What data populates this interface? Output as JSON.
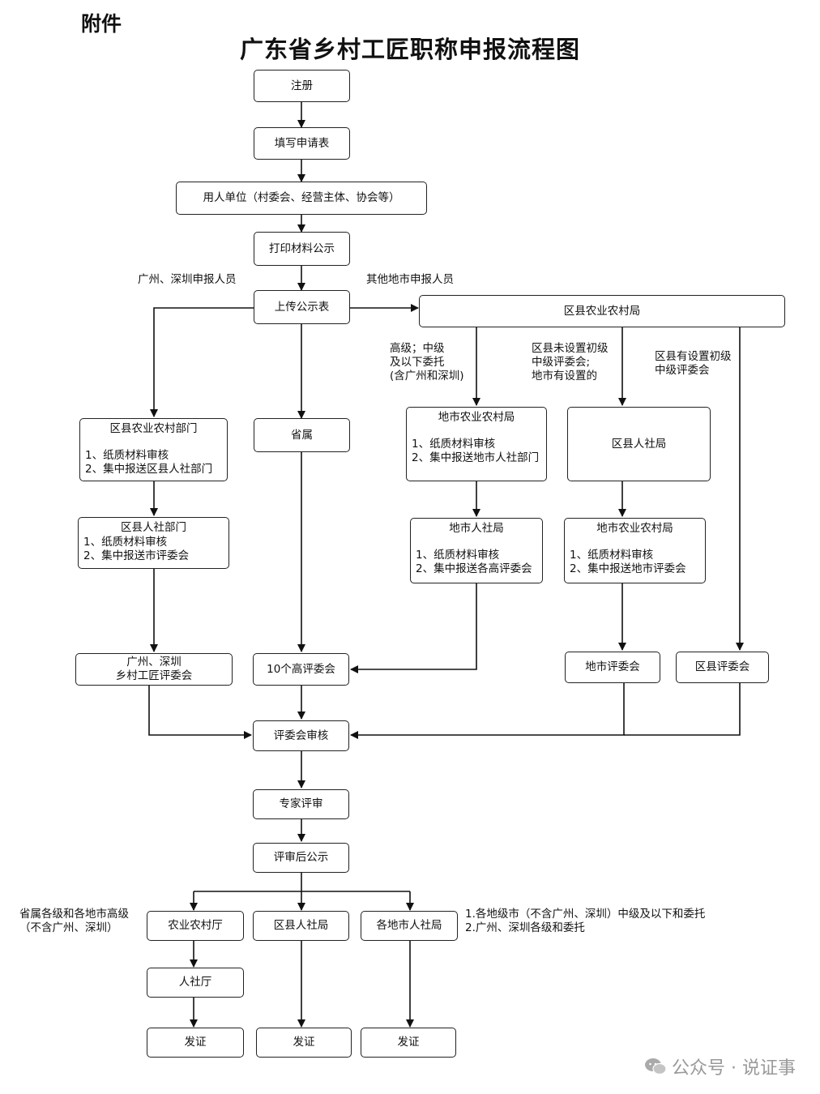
{
  "attachment_label": "附件",
  "title": "广东省乡村工匠职称申报流程图",
  "nodes": {
    "register": "注册",
    "fill_form": "填写申请表",
    "employer": "用人单位（村委会、经营主体、协会等）",
    "print_publicize": "打印材料公示",
    "upload": "上传公示表",
    "county_agri_bureau": "区县农业农村局",
    "county_agri_dept": {
      "title": "区县农业农村部门",
      "lines": [
        "1、纸质材料审核",
        "2、集中报送区县人社部门"
      ]
    },
    "provincial": "省属",
    "city_agri_bureau": {
      "title": "地市农业农村局",
      "lines": [
        "1、纸质材料审核",
        "2、集中报送地市人社部门"
      ]
    },
    "county_hrss_bureau_mid": "区县人社局",
    "county_hrss_dept": {
      "title": "区县人社部门",
      "lines": [
        "1、纸质材料审核",
        "2、集中报送市评委会"
      ]
    },
    "city_hrss_bureau": {
      "title": "地市人社局",
      "lines": [
        "1、纸质材料审核",
        "2、集中报送各高评委会"
      ]
    },
    "city_agri_bureau_2": {
      "title": "地市农业农村局",
      "lines": [
        "1、纸质材料审核",
        "2、集中报送地市评委会"
      ]
    },
    "gz_sz_committee": [
      "广州、深圳",
      "乡村工匠评委会"
    ],
    "ten_senior_committees": "10个高评委会",
    "city_committee": "地市评委会",
    "county_committee": "区县评委会",
    "committee_review": "评委会审核",
    "expert_review": "专家评审",
    "post_review_publicize": "评审后公示",
    "agri_dept": "农业农村厅",
    "county_hrss_bottom": "区县人社局",
    "city_hrss_bottom": "各地市人社局",
    "hrss_dept": "人社厅",
    "issue_1": "发证",
    "issue_2": "发证",
    "issue_3": "发证"
  },
  "labels": {
    "gz_sz_applicants": "广州、深圳申报人员",
    "other_city_applicants": "其他地市申报人员",
    "senior_mid_entrusted": [
      "高级；中级",
      "及以下委托",
      "(含广州和深圳)"
    ],
    "county_no_committee": [
      "区县未设置初级",
      "中级评委会;",
      "地市有设置的"
    ],
    "county_has_committee": [
      "区县有设置初级",
      "中级评委会"
    ],
    "provincial_senior": [
      "省属各级和各地市高级",
      "（不含广州、深圳）"
    ],
    "city_mid_below": [
      "1.各地级市（不含广州、深圳）中级及以下和委托",
      "2.广州、深圳各级和委托"
    ]
  },
  "watermark": "公众号 · 说证事"
}
